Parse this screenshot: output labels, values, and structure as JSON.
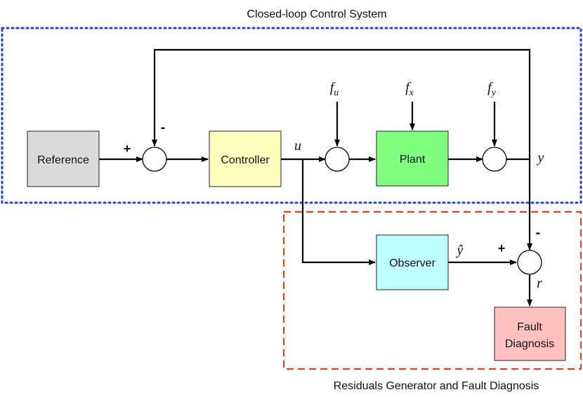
{
  "regions": {
    "closed_loop": {
      "title": "Closed-loop Control System",
      "color": "#1f3fe0"
    },
    "residuals": {
      "title": "Residuals Generator and Fault Diagnosis",
      "color": "#e8401c"
    }
  },
  "blocks": {
    "reference": {
      "label": "Reference",
      "color": "#d9d9d9"
    },
    "controller": {
      "label": "Controller",
      "color": "#ffffc0"
    },
    "plant": {
      "label": "Plant",
      "color": "#80ff80"
    },
    "observer": {
      "label": "Observer",
      "color": "#c0ffff"
    },
    "fault_diagnosis": {
      "line1": "Fault",
      "line2": "Diagnosis",
      "color": "#ffc0c0"
    }
  },
  "signals": {
    "u": "u",
    "y": "y",
    "y_hat": "ŷ",
    "r": "r",
    "f_u": {
      "base": "f",
      "sub": "u"
    },
    "f_x": {
      "base": "f",
      "sub": "x"
    },
    "f_y": {
      "base": "f",
      "sub": "y"
    }
  },
  "signs": {
    "ref_plus": "+",
    "feedback_minus": "-",
    "yhat_plus": "+",
    "y_minus": "-"
  }
}
